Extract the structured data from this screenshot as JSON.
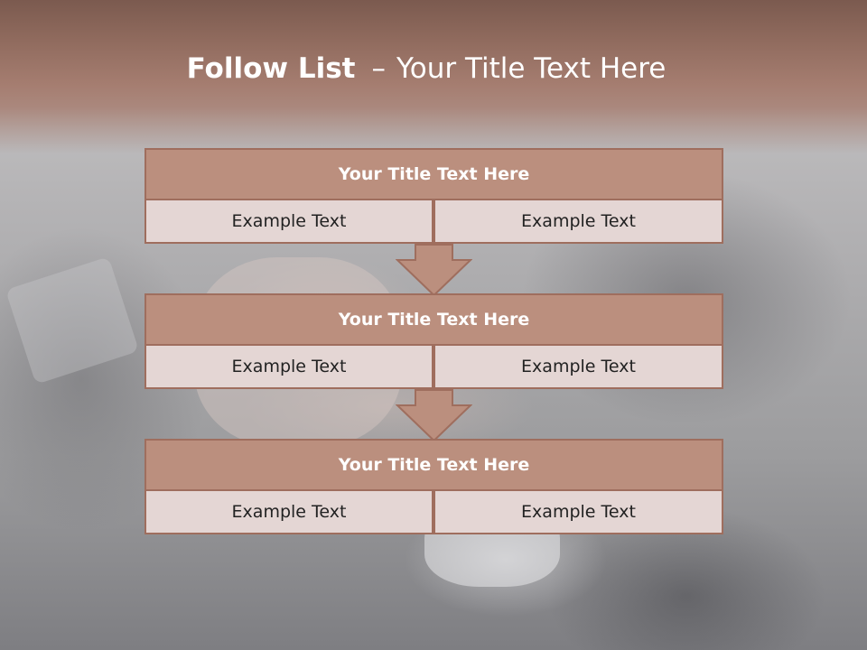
{
  "slide": {
    "title_bold": "Follow List",
    "title_sep": "–",
    "title_rest": "Your Title Text Here"
  },
  "blocks": [
    {
      "title": "Your Title Text Here",
      "left": "Example Text",
      "right": "Example Text"
    },
    {
      "title": "Your Title Text Here",
      "left": "Example Text",
      "right": "Example Text"
    },
    {
      "title": "Your Title Text Here",
      "left": "Example Text",
      "right": "Example Text"
    }
  ],
  "colors": {
    "banner": "#8f6a5d",
    "header_fill": "#bb8f7e",
    "cell_fill": "#e4d6d4",
    "border": "#9f6e5e"
  }
}
